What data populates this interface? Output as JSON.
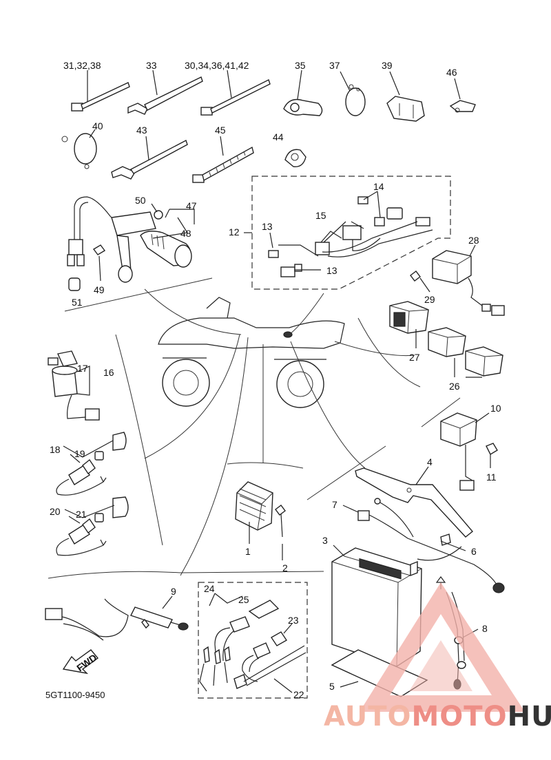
{
  "labels": {
    "l_31_32_38": "31,32,38",
    "l_33": "33",
    "l_30_34": "30,34,36,41,42",
    "l_35": "35",
    "l_37": "37",
    "l_39": "39",
    "l_46": "46",
    "l_40": "40",
    "l_43": "43",
    "l_45": "45",
    "l_44": "44",
    "l_50": "50",
    "l_47": "47",
    "l_48": "48",
    "l_49": "49",
    "l_51": "51",
    "l_14": "14",
    "l_15": "15",
    "l_13a": "13",
    "l_13b": "13",
    "l_12": "12",
    "l_28": "28",
    "l_29": "29",
    "l_27": "27",
    "l_26": "26",
    "l_17": "17",
    "l_16": "16",
    "l_18": "18",
    "l_19": "19",
    "l_20": "20",
    "l_21": "21",
    "l_10": "10",
    "l_11": "11",
    "l_4": "4",
    "l_7": "7",
    "l_6": "6",
    "l_3": "3",
    "l_1": "1",
    "l_2": "2",
    "l_9": "9",
    "l_24": "24",
    "l_25": "25",
    "l_23": "23",
    "l_22": "22",
    "l_8": "8",
    "l_5": "5"
  },
  "fwd_label": "FWD",
  "diagram_code": "5GT1100-9450",
  "watermark": {
    "part1": "AUTO",
    "part2": "MOTO",
    "part3": "HUB"
  }
}
